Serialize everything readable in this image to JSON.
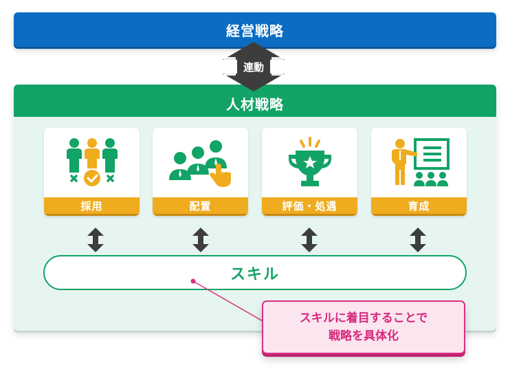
{
  "top_bar": {
    "title": "経営戦略",
    "color": "#0b6dc2"
  },
  "link": {
    "label": "連動",
    "color": "#3d3d3d"
  },
  "panel": {
    "title": "人材戦略",
    "header_color": "#12a366",
    "background": "#e6f5ef",
    "cards": [
      {
        "label": "採用",
        "icon": "recruitment-people-check-icon"
      },
      {
        "label": "配置",
        "icon": "placement-people-pointer-icon"
      },
      {
        "label": "評価・処遇",
        "icon": "trophy-star-icon"
      },
      {
        "label": "育成",
        "icon": "training-presentation-icon"
      }
    ],
    "label_color": "#efac1f",
    "skill": {
      "label": "スキル"
    }
  },
  "callout": {
    "line1": "スキルに着目することで",
    "line2": "戦略を具体化",
    "color": "#db2f83"
  }
}
